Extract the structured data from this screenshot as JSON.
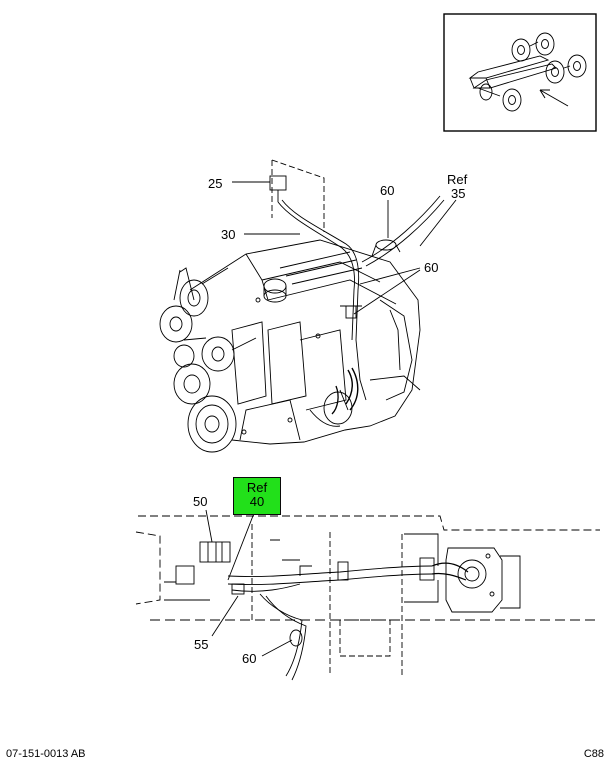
{
  "callouts": {
    "c25": "25",
    "c30": "30",
    "c60a": "60",
    "ref35_line1": "Ref",
    "ref35_line2": "35",
    "c60b": "60",
    "c50": "50",
    "ref40_line1": "Ref",
    "ref40_line2": "40",
    "c55": "55",
    "c60c": "60"
  },
  "footer": {
    "left": "07-151-0013 AB",
    "right": "C88"
  },
  "colors": {
    "highlight": "#22e01a",
    "line": "#000000"
  }
}
